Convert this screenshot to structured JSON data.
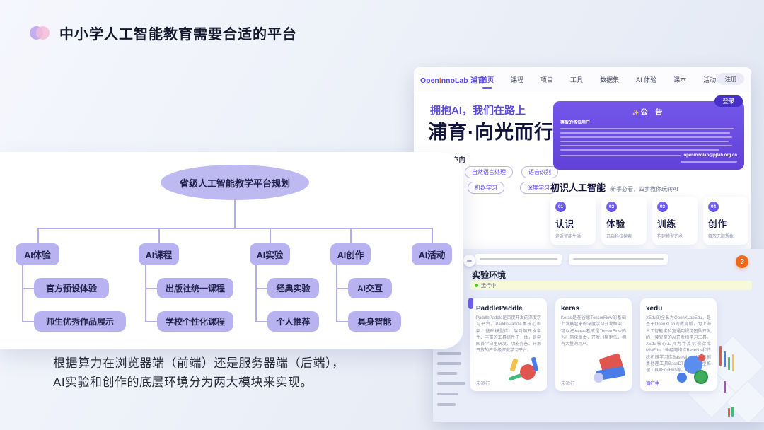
{
  "slide": {
    "title": "中小学人工智能教育需要合适的平台",
    "footer_line1": "根据算力在浏览器端（前端）还是服务器端（后端），",
    "footer_line2": "AI实验和创作的底层环境分为两大模块来实现。"
  },
  "flowchart": {
    "root": "省级人工智能教学平台规划",
    "branches": [
      {
        "label": "AI体验",
        "children": [
          "官方预设体验",
          "师生优秀作品展示"
        ]
      },
      {
        "label": "AI课程",
        "children": [
          "出版社统一课程",
          "学校个性化课程"
        ]
      },
      {
        "label": "AI实验",
        "children": [
          "经典实验",
          "个人推荐"
        ]
      },
      {
        "label": "AI创作",
        "children": [
          "AI交互",
          "具身智能"
        ]
      },
      {
        "label": "AI活动",
        "children": []
      }
    ]
  },
  "browser": {
    "logo_part1": "Open",
    "logo_accent": "I",
    "logo_part2": "nnoLab",
    "logo_cn": "浦育",
    "nav": [
      "首页",
      "课程",
      "项目",
      "工具",
      "数据集",
      "AI 体验",
      "课本",
      "活动"
    ],
    "register_label": "注册",
    "login_label": "登录",
    "banner": {
      "subtitle": "拥抱AI，我们在路上",
      "title": "浦育·向光而行"
    },
    "announcement": {
      "icon": "✨",
      "title": "公 告",
      "greeting": "尊敬的各位用户：",
      "email": "openinnolab@pjlab.org.cn"
    },
    "tags_label": "热门方向",
    "tags": [
      "自然语言处理",
      "语音识别",
      "机器学习",
      "深度学习"
    ],
    "intro": {
      "title": "初识人工智能",
      "subtitle": "新手必看，四步教你玩转AI",
      "steps": [
        {
          "num": "01",
          "name": "认识",
          "desc": "走近智能生活"
        },
        {
          "num": "02",
          "name": "体验",
          "desc": "开启科技探索"
        },
        {
          "num": "03",
          "name": "训练",
          "desc": "构建模型艺术"
        },
        {
          "num": "04",
          "name": "创作",
          "desc": "释放无限想象"
        }
      ]
    }
  },
  "platform": {
    "section_title": "实验环境",
    "status_text": "运行中",
    "help_icon": "?",
    "cards": [
      {
        "name": "PaddlePaddle",
        "desc": "PaddlePaddle是百度开发的深度学习平台。PaddlePaddle集核心框架、基础模型库、端到端开发套件、丰富的工具组件于一体，是中国首个自主研发、功能完备、开源开放的产业级深度学习平台。",
        "status": "未运行"
      },
      {
        "name": "keras",
        "desc": "Keras是在谷歌TensorFlow的基础上发展起来的深度学习开发框架，可以把Keras看成是TensorFlow的入门简化版本，开发门槛更低，拥有大量的用户。",
        "status": "未运行"
      },
      {
        "name": "xedu",
        "desc": "XEdu的全名为OpenXLabEdu，是基于OpenXLab的教育版，为上海人工智能实验室通用视觉团队开发的一套完整的AI开发和学习工具。XEdu核心工具为计算机视觉库MMEdu、神经网络库BaseNN和传统机器学习库BaseML，以及数据集处理工具BaseDT和通用模型推理工具XEduHub等。",
        "status": "运行中"
      }
    ]
  },
  "colors": {
    "accent": "#6c5ce7",
    "deep_purple": "#5b49e6",
    "orange_badge": "#f0681c",
    "status_green": "#52c41a",
    "node_lavender": "#b8b2f0"
  }
}
